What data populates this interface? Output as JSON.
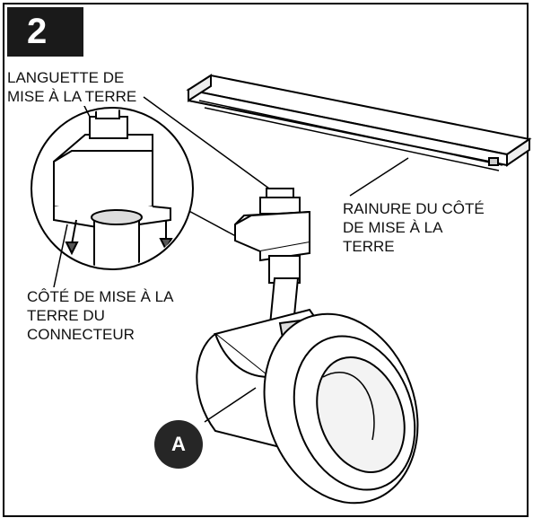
{
  "step": {
    "number": "2"
  },
  "labels": {
    "grounding_tab": "LANGUETTE DE\nMISE À LA TERRE",
    "track_groove": "RAINURE DU CÔTÉ\nDE MISE À LA\nTERRE",
    "connector_side": "CÔTÉ DE MISE À LA\nTERRE DU\nCONNECTEUR"
  },
  "callout": {
    "letter": "A"
  }
}
